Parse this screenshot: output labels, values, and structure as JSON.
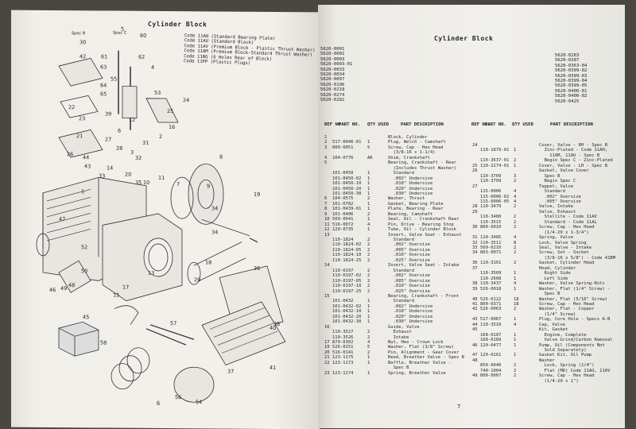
{
  "left_page": {
    "title": "Cylinder Block",
    "codes": [
      "Code 11AH (Standard Bearing Plate)",
      "Code 11AU (Standard Block)",
      "Code 11AV (Premium Block - Plastic Thrust Washer)",
      "Code 11AM (Premium Block-Standard Thrust Washer)",
      "Code 11BG (6 Holes Rear of Block)",
      "Code 11PP (Plastic Plugs)"
    ],
    "diagram": {
      "spec_labels": [
        "Spec B",
        "Spec C"
      ],
      "callouts": [
        "30",
        "42",
        "5",
        "61",
        "4",
        "63",
        "64",
        "65",
        "60",
        "62",
        "1",
        "55",
        "2",
        "53",
        "3",
        "39",
        "22",
        "12",
        "6",
        "23",
        "21",
        "14",
        "20",
        "26",
        "44",
        "43",
        "27",
        "28",
        "32",
        "31",
        "24",
        "33",
        "34",
        "35",
        "11",
        "10",
        "8",
        "7",
        "9",
        "19",
        "25",
        "16",
        "34",
        "46",
        "49",
        "48",
        "50",
        "47",
        "52",
        "13",
        "17",
        "15",
        "29",
        "18",
        "36",
        "45",
        "58",
        "57",
        "38",
        "37",
        "40",
        "41",
        "56",
        "54"
      ]
    },
    "page_number": "6"
  },
  "right_page": {
    "title": "Cylinder Block",
    "serials_left": [
      "5620-0001",
      "5620-0002",
      "5620-0003",
      "5620-0003-01",
      "5620-0033",
      "5620-0034",
      "5620-0097",
      "5620-0196",
      "5620-0218",
      "5620-0274",
      "5620-0282"
    ],
    "serials_right": [
      "5620-0283",
      "5620-0287",
      "5620-0363-04",
      "5620-0399-02",
      "5620-0399-03",
      "5620-0399-04",
      "5620-0399-05",
      "5620-0400-01",
      "5620-0400-02",
      "5620-0425"
    ],
    "headers": {
      "ref": "REF\nNO.",
      "part": "PART\nNO.",
      "qty": "QTY\nUSED",
      "desc": "PART\nDESCRIPTION"
    },
    "parts_left": [
      [
        "1",
        "",
        "",
        "Block, Cylinder"
      ],
      [
        "2",
        "517-0046-01",
        "1",
        "Plug, Welch - Camshaft"
      ],
      [
        "3",
        "800-0051",
        "5",
        "Screw, Cap - Hex Head"
      ],
      [
        "",
        "",
        "",
        "  (3/8-16 x 1-1/4)"
      ],
      [
        "4",
        "104-0776",
        "AR",
        "Shim, Crankshaft"
      ],
      [
        "5",
        "",
        "",
        "Bearing, Crankshaft - Rear"
      ],
      [
        "",
        "",
        "",
        "  (Includes Thrust Washer)"
      ],
      [
        "",
        "101-0450",
        "1",
        "  Standard"
      ],
      [
        "",
        "101-0450-02",
        "1",
        "  .002\" Undersize"
      ],
      [
        "",
        "101-0450-10",
        "1",
        "  .010\" Undersize"
      ],
      [
        "",
        "101-0450-20",
        "1",
        "  .020\" Undersize"
      ],
      [
        "",
        "101-0450-30",
        "1",
        "  .030\" Undersize"
      ],
      [
        "6",
        "104-0575",
        "2",
        "Washer, Thrust"
      ],
      [
        "7",
        "101-0782",
        "1",
        "Gasket, Bearing Plate"
      ],
      [
        "8",
        "101-0439-01",
        "1",
        "Plate, Bearing - Rear"
      ],
      [
        "9",
        "101-0406",
        "2",
        "Bearing, Camshaft"
      ],
      [
        "10",
        "509-0041",
        "1",
        "Seal, Oil - Crankshaft Rear"
      ],
      [
        "11",
        "516-0072",
        "4",
        "Pin, Drive - Bearing Stop"
      ],
      [
        "12",
        "120-0735",
        "1",
        "Tube, Oil - Cylinder Block"
      ],
      [
        "13",
        "",
        "",
        "Insert, Valve Seat - Exhaust"
      ],
      [
        "",
        "110-1824",
        "2",
        "  Standard"
      ],
      [
        "",
        "110-1824-02",
        "2",
        "  .002\" Oversize"
      ],
      [
        "",
        "110-1824-05",
        "2",
        "  .005\" Oversize"
      ],
      [
        "",
        "110-1824-10",
        "2",
        "  .010\" Oversize"
      ],
      [
        "",
        "110-1824-25",
        "2",
        "  .025\" Oversize"
      ],
      [
        "14",
        "",
        "",
        "Insert, Valve Seat - Intake"
      ],
      [
        "",
        "110-0197",
        "2",
        "  Standard"
      ],
      [
        "",
        "110-0197-02",
        "2",
        "  .002\" Oversize"
      ],
      [
        "",
        "110-0197-05",
        "2",
        "  .005\" Oversize"
      ],
      [
        "",
        "110-0197-10",
        "2",
        "  .010\" Oversize"
      ],
      [
        "",
        "110-0197-25",
        "2",
        "  .025\" Oversize"
      ],
      [
        "15",
        "",
        "",
        "Bearing, Crankshaft - Front"
      ],
      [
        "",
        "101-0432",
        "1",
        "  Standard"
      ],
      [
        "",
        "101-0432-02",
        "1",
        "  .002\" Undersize"
      ],
      [
        "",
        "101-0432-10",
        "1",
        "  .010\" Undersize"
      ],
      [
        "",
        "101-0432-20",
        "1",
        "  .020\" Undersize"
      ],
      [
        "",
        "101-0432-30",
        "1",
        "  .030\" Undersize"
      ],
      [
        "16",
        "",
        "",
        "Guide, Valve"
      ],
      [
        "",
        "110-3527",
        "2",
        "  Exhaust"
      ],
      [
        "",
        "110-3526",
        "2",
        "  Intake"
      ],
      [
        "17",
        "870-0302",
        "4",
        "Nut, Hex - Crown Lock"
      ],
      [
        "19",
        "526-0251",
        "5",
        "Washer, Flat (3/8\" Screw)"
      ],
      [
        "20",
        "516-0141",
        "2",
        "Pin, Alignment - Gear Cover"
      ],
      [
        "21",
        "123-1175",
        "1",
        "Reed, Breather Valve - Spec B"
      ],
      [
        "22",
        "123-1173",
        "1",
        "Baffle, Breather Valve -"
      ],
      [
        "",
        "",
        "",
        "  Spec B"
      ],
      [
        "23",
        "123-1174",
        "1",
        "Spring, Breather Valve"
      ]
    ],
    "parts_right": [
      [
        "24",
        "",
        "",
        "Cover, Valve - RH - Spec B"
      ],
      [
        "",
        "110-1879-01",
        "1",
        "  Zinc-Plated - Code 11AH,"
      ],
      [
        "",
        "",
        "",
        "    11AM, 11AU - Spec B"
      ],
      [
        "",
        "110-3637-01",
        "2",
        "  Begin Spec C - Zinc-Plated"
      ],
      [
        "25",
        "110-2274-01",
        "1",
        "Cover, Valve - LH - Spec B"
      ],
      [
        "26",
        "",
        "",
        "Gasket, Valve Cover"
      ],
      [
        "",
        "110-3709",
        "3",
        "  Spec B"
      ],
      [
        "",
        "110-3709",
        "2",
        "  Begin Spec C"
      ],
      [
        "27",
        "",
        "",
        "Tappet, Valve"
      ],
      [
        "",
        "115-0006",
        "4",
        "  Standard"
      ],
      [
        "",
        "115-0006-02",
        "4",
        "  .002\" Oversize"
      ],
      [
        "",
        "115-0006-05",
        "4",
        "  .005\" Oversize"
      ],
      [
        "28",
        "110-3479",
        "2",
        "Valve, Intake"
      ],
      [
        "29",
        "",
        "",
        "Valve, Exhaust"
      ],
      [
        "",
        "110-3480",
        "2",
        "  Stellite - Code 11AV"
      ],
      [
        "",
        "110-3515",
        "2",
        "  Standard - Code 11AL"
      ],
      [
        "30",
        "800-0010",
        "2",
        "Screw, Cap - Hex Head"
      ],
      [
        "",
        "",
        "",
        "  (1/4-20 x 1-3/4\")"
      ],
      [
        "31",
        "110-3485",
        "4",
        "Spring, Valve"
      ],
      [
        "32",
        "110-3511",
        "8",
        "Lock, Valve Spring"
      ],
      [
        "33",
        "509-0210",
        "2",
        "Seal, Valve - Intake"
      ],
      [
        "34",
        "803-0071",
        "2",
        "Screw, Set - Socket"
      ],
      [
        "",
        "",
        "",
        "  (3/8-16 x 5/8\") - Code 41BM"
      ],
      [
        "36",
        "110-3101",
        "2",
        "Gasket, Cylinder Head"
      ],
      [
        "37",
        "",
        "",
        "Head, Cylinder"
      ],
      [
        "",
        "110-3509",
        "1",
        "  Right Side"
      ],
      [
        "",
        "110-2608",
        "1",
        "  Left Side"
      ],
      [
        "38",
        "110-3437",
        "4",
        "Washer, Valve Spring-Rotc"
      ],
      [
        "39",
        "526-0018",
        "1",
        "Washer, Flat (1/4\" Screw) -"
      ],
      [
        "",
        "",
        "",
        "  Spec B"
      ],
      [
        "40",
        "526-0122",
        "18",
        "Washer, Flat (5/16\" Screw)"
      ],
      [
        "41",
        "800-0371",
        "18",
        "Screw, Cap - Hex Head"
      ],
      [
        "42",
        "526-0063",
        "2",
        "Washer, Flat - Copper"
      ],
      [
        "",
        "",
        "",
        "  (1/4\" Screw)"
      ],
      [
        "43",
        "517-0067",
        "1",
        "Plug, Core Hole - Specs A-B"
      ],
      [
        "44",
        "110-3510",
        "4",
        "Cap, Valve"
      ],
      [
        "45",
        "",
        "",
        "Kit, Gasket"
      ],
      [
        "",
        "168-0187",
        "1",
        "  Engine, Complete"
      ],
      [
        "",
        "168-0189",
        "1",
        "  Valve Grind/Carbon Removal"
      ],
      [
        "46",
        "120-0477",
        "1",
        "Pump, Oil (Components Not"
      ],
      [
        "",
        "",
        "",
        "  Sold Separately)"
      ],
      [
        "47",
        "120-0161",
        "1",
        "Gasket Kit, Oil Pump"
      ],
      [
        "48",
        "",
        "",
        "Washer"
      ],
      [
        "",
        "850-0040",
        "2",
        "  Lock, Spring (1/4\")"
      ],
      [
        "",
        "740-1004",
        "2",
        "  Flat (M6) Code 11AU, 11AV"
      ],
      [
        "49",
        "800-0007",
        "2",
        "Screw, Cap - Hex Head"
      ],
      [
        "",
        "",
        "",
        "  (1/4-20 x 1\")"
      ]
    ],
    "page_number": "7"
  }
}
